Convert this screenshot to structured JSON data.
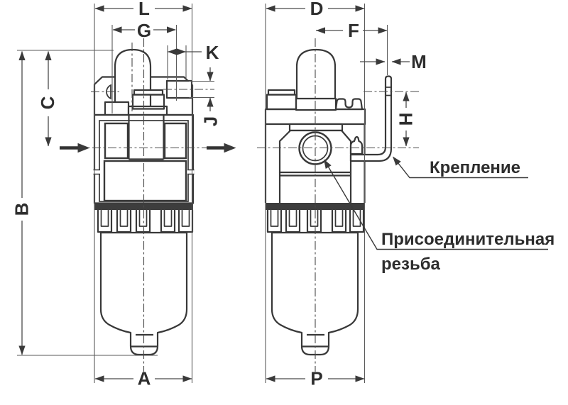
{
  "figure": {
    "dimension_labels": {
      "L": "L",
      "G": "G",
      "K": "K",
      "C": "C",
      "B": "B",
      "J": "J",
      "A": "A",
      "D": "D",
      "F": "F",
      "M": "M",
      "H": "H",
      "P": "P"
    },
    "annotations": {
      "mounting": "Крепление",
      "thread_line1": "Присоединительная",
      "thread_line2": "резьба"
    },
    "colors": {
      "object_line": "#383838",
      "dimension_line": "#4a4a4a",
      "text": "#2d2d2d",
      "band_fill": "#3d3d3d",
      "background": "#ffffff"
    }
  }
}
